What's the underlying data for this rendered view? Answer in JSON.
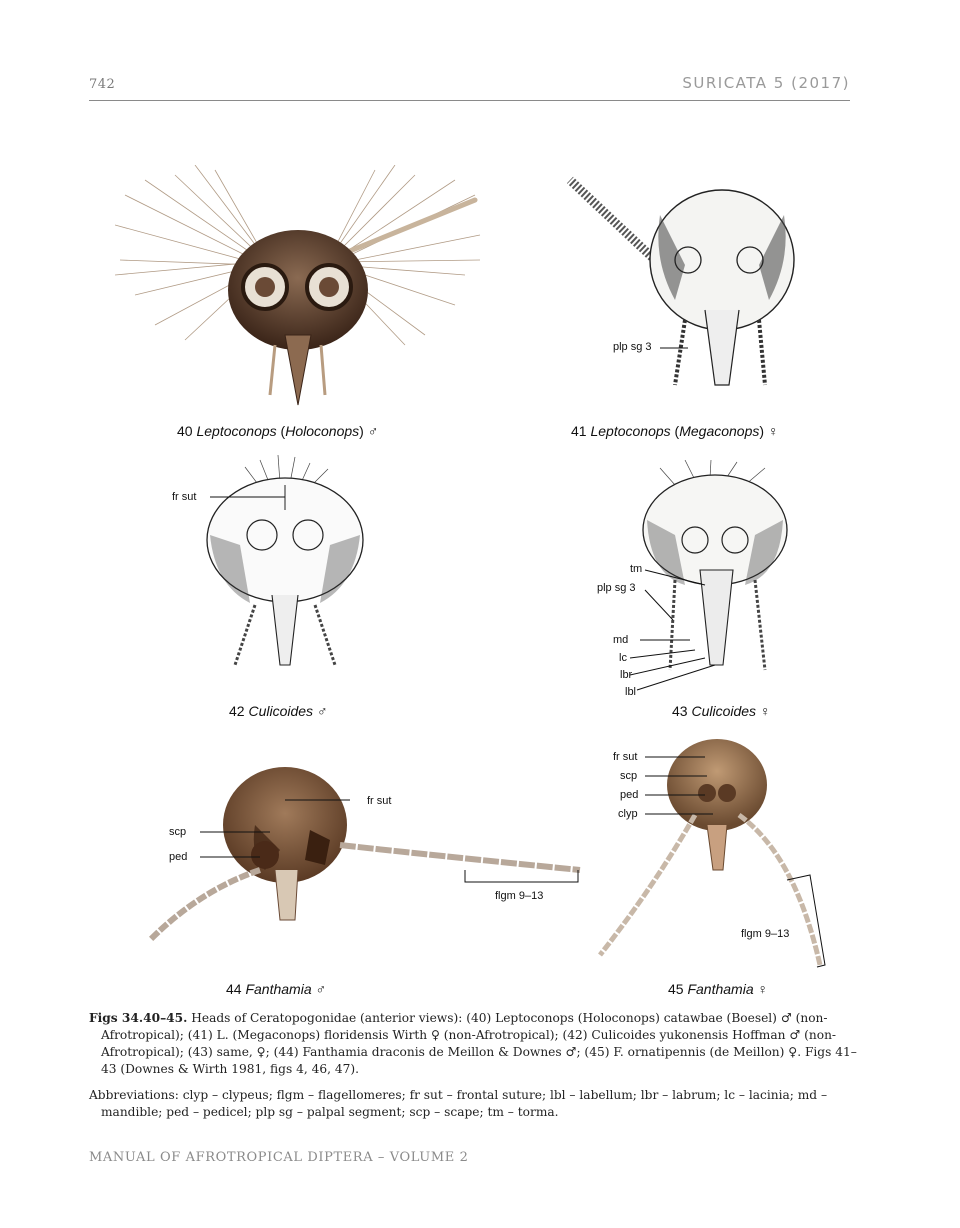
{
  "header": {
    "page_number": "742",
    "journal": "SURICATA 5 (2017)"
  },
  "figures": [
    {
      "number": "40",
      "genus": "Leptoconops",
      "subgenus": "Holoconops",
      "sex": "♂"
    },
    {
      "number": "41",
      "genus": "Leptoconops",
      "subgenus": "Megaconops",
      "sex": "♀"
    },
    {
      "number": "42",
      "genus": "Culicoides",
      "subgenus": "",
      "sex": "♂"
    },
    {
      "number": "43",
      "genus": "Culicoides",
      "subgenus": "",
      "sex": "♀"
    },
    {
      "number": "44",
      "genus": "Fanthamia",
      "subgenus": "",
      "sex": "♂"
    },
    {
      "number": "45",
      "genus": "Fanthamia",
      "subgenus": "",
      "sex": "♀"
    }
  ],
  "callouts": {
    "fig41": [
      "plp sg 3"
    ],
    "fig42": [
      "fr sut"
    ],
    "fig43": [
      "tm",
      "plp sg 3",
      "md",
      "lc",
      "lbr",
      "lbl"
    ],
    "fig44": [
      "fr sut",
      "scp",
      "ped",
      "flgm 9–13"
    ],
    "fig45": [
      "fr sut",
      "scp",
      "ped",
      "clyp",
      "flgm 9–13"
    ]
  },
  "caption": {
    "title": "Figs 34.40–45.",
    "text": "Heads of Ceratopogonidae (anterior views): (40) Leptoconops (Holoconops) catawbae (Boesel) ♂ (non-Afrotropical); (41) L. (Megaconops) floridensis Wirth ♀ (non-Afrotropical); (42) Culicoides yukonensis Hoffman ♂ (non-Afrotropical); (43) same, ♀; (44) Fanthamia draconis de Meillon & Downes ♂; (45) F. ornatipennis (de Meillon) ♀. Figs 41–43 (Downes & Wirth 1981, figs 4, 46, 47)."
  },
  "abbreviations": "Abbreviations: clyp – clypeus; flgm – flagellomeres; fr sut – frontal suture; lbl – labellum; lbr – labrum; lc – lacinia; md – mandible; ped – pedicel; plp sg – palpal segment; scp – scape; tm – torma.",
  "footer": "MANUAL OF AFROTROPICAL DIPTERA – VOLUME 2",
  "colors": {
    "rule": "#8a8a8a",
    "head_dark": "#4a3224",
    "head_light": "#9c7a5a",
    "antenna": "#b9a48e"
  }
}
